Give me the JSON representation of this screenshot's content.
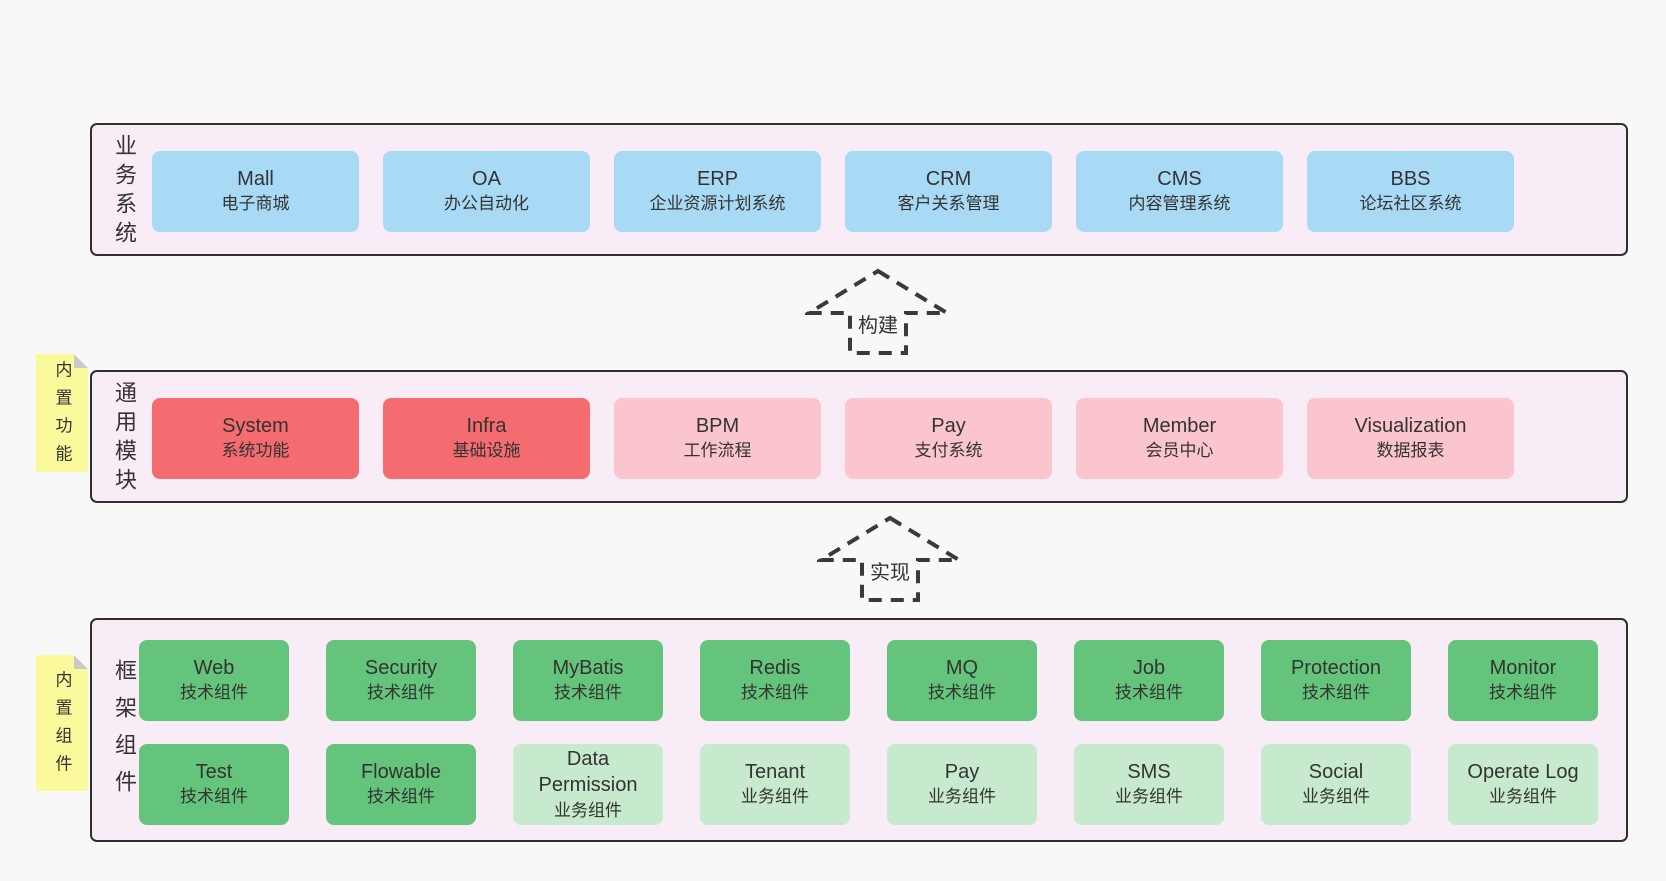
{
  "diagram": {
    "business": {
      "label": "业务系统",
      "boxes": [
        {
          "name": "Mall",
          "sub": "电子商城"
        },
        {
          "name": "OA",
          "sub": "办公自动化"
        },
        {
          "name": "ERP",
          "sub": "企业资源计划系统"
        },
        {
          "name": "CRM",
          "sub": "客户关系管理"
        },
        {
          "name": "CMS",
          "sub": "内容管理系统"
        },
        {
          "name": "BBS",
          "sub": "论坛社区系统"
        }
      ]
    },
    "arrow_build": {
      "label": "构建"
    },
    "modules": {
      "label": "通用模块",
      "note": "内置功能",
      "boxes": [
        {
          "name": "System",
          "sub": "系统功能"
        },
        {
          "name": "Infra",
          "sub": "基础设施"
        },
        {
          "name": "BPM",
          "sub": "工作流程"
        },
        {
          "name": "Pay",
          "sub": "支付系统"
        },
        {
          "name": "Member",
          "sub": "会员中心"
        },
        {
          "name": "Visualization",
          "sub": "数据报表"
        }
      ]
    },
    "arrow_implement": {
      "label": "实现"
    },
    "components": {
      "label": "框架组件",
      "note": "内置组件",
      "row1": [
        {
          "name": "Web",
          "sub": "技术组件"
        },
        {
          "name": "Security",
          "sub": "技术组件"
        },
        {
          "name": "MyBatis",
          "sub": "技术组件"
        },
        {
          "name": "Redis",
          "sub": "技术组件"
        },
        {
          "name": "MQ",
          "sub": "技术组件"
        },
        {
          "name": "Job",
          "sub": "技术组件"
        },
        {
          "name": "Protection",
          "sub": "技术组件"
        },
        {
          "name": "Monitor",
          "sub": "技术组件"
        }
      ],
      "row2": [
        {
          "name": "Test",
          "sub": "技术组件"
        },
        {
          "name": "Flowable",
          "sub": "技术组件"
        },
        {
          "name": "Data Permission",
          "sub": "业务组件"
        },
        {
          "name": "Tenant",
          "sub": "业务组件"
        },
        {
          "name": "Pay",
          "sub": "业务组件"
        },
        {
          "name": "SMS",
          "sub": "业务组件"
        },
        {
          "name": "Social",
          "sub": "业务组件"
        },
        {
          "name": "Operate Log",
          "sub": "业务组件"
        }
      ]
    },
    "colors": {
      "page_bg": "#f8f8f8",
      "panel_bg": "#f8edf6",
      "panel_border": "#2f2f2f",
      "blue": "#a8daf6",
      "red": "#f56c70",
      "pink": "#fbc5ce",
      "green": "#64c47b",
      "light_green": "#c7e9cd",
      "note_yellow": "#fafa9c",
      "fold_gray": "#c9c9c9",
      "text": "#333333"
    }
  }
}
